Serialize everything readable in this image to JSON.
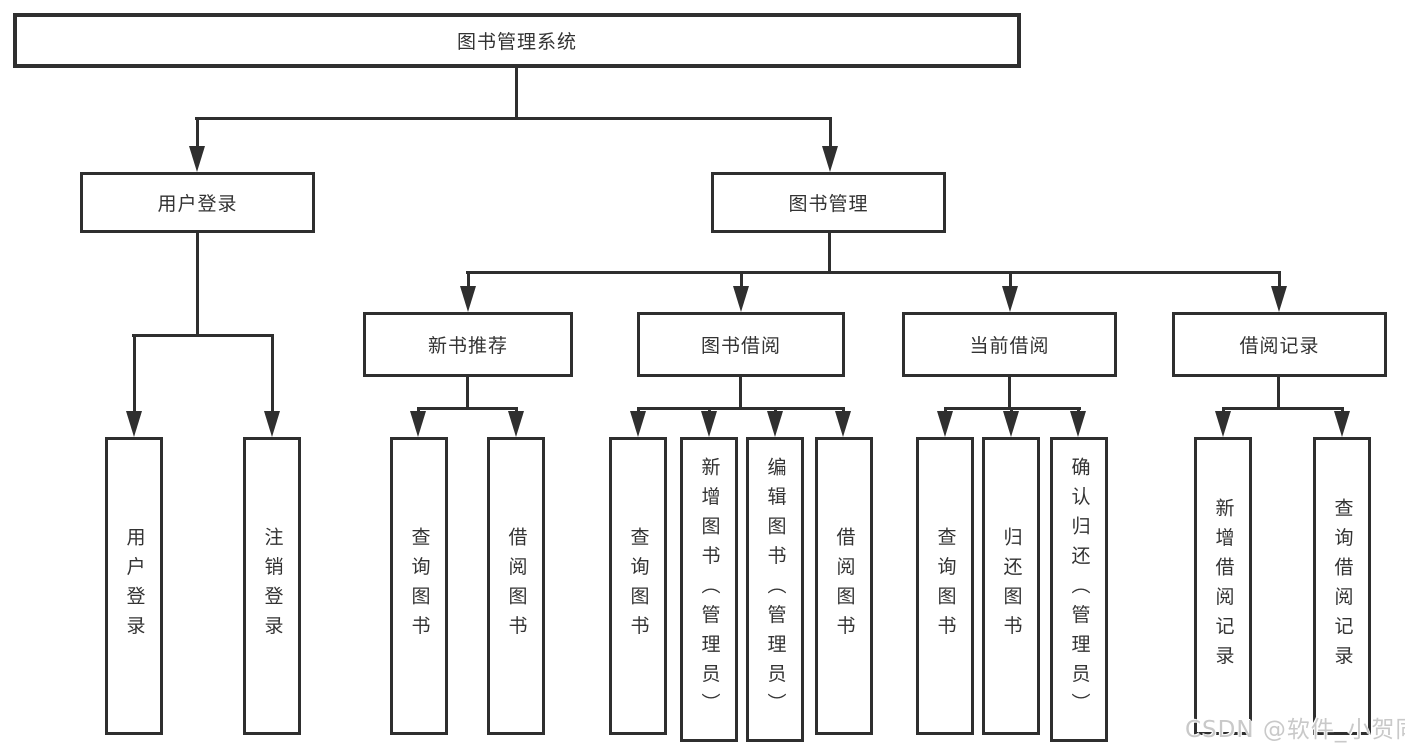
{
  "tree": {
    "root": {
      "label": "图书管理系统"
    },
    "branches": [
      {
        "label": "用户登录",
        "children": [
          {
            "label": "用户登录"
          },
          {
            "label": "注销登录"
          }
        ]
      },
      {
        "label": "图书管理",
        "children": [
          {
            "label": "新书推荐",
            "children": [
              {
                "label": "查询图书"
              },
              {
                "label": "借阅图书"
              }
            ]
          },
          {
            "label": "图书借阅",
            "children": [
              {
                "label": "查询图书"
              },
              {
                "label": "新增图书（管理员）"
              },
              {
                "label": "编辑图书（管理员）"
              },
              {
                "label": "借阅图书"
              }
            ]
          },
          {
            "label": "当前借阅",
            "children": [
              {
                "label": "查询图书"
              },
              {
                "label": "归还图书"
              },
              {
                "label": "确认归还（管理员）"
              }
            ]
          },
          {
            "label": "借阅记录",
            "children": [
              {
                "label": "新增借阅记录"
              },
              {
                "label": "查询借阅记录"
              }
            ]
          }
        ]
      }
    ]
  },
  "watermark": {
    "text": "CSDN @软件_小贺同学"
  },
  "colors": {
    "line": "#2f2f2f",
    "text": "#333333",
    "background": "#ffffff",
    "watermark": "#c9c9c9"
  }
}
